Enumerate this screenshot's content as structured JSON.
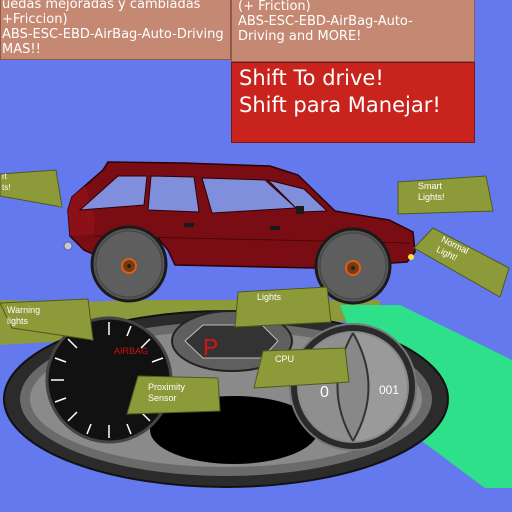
{
  "panels": {
    "spanish": {
      "lines": [
        "uedas mejoradas y cambiadas",
        "+Friccion)",
        "ABS-ESC-EBD-AirBag-Auto-Driving",
        " MAS!!"
      ]
    },
    "english": {
      "lines": [
        "(+ Friction)",
        "ABS-ESC-EBD-AirBag-Auto-",
        "Driving and MORE!"
      ]
    }
  },
  "shift_prompt": {
    "english": "Shift To drive!",
    "spanish": "Shift para Manejar!"
  },
  "tags": {
    "smart_left": [
      "rt",
      "ts!"
    ],
    "smart_right": [
      "Smart",
      "Lights!"
    ],
    "normal": [
      "Normal",
      "Light!"
    ],
    "warning": [
      "Warning",
      "lights"
    ],
    "lights": "Lights",
    "cpu": "CPU",
    "proximity": [
      "Proximity",
      "Sensor"
    ]
  },
  "dashboard": {
    "airbag_label": "AIRBAG",
    "gear": "P",
    "left_digit": "0",
    "odometer": "001"
  },
  "colors": {
    "sky": "#6479ed",
    "car_body": "#7a0d14",
    "tag": "#8d9a3a",
    "panel": "#c48873",
    "shift_box": "#c8231c",
    "ground_olive": "#8d9a3a",
    "ground_green": "#2ee08a"
  }
}
